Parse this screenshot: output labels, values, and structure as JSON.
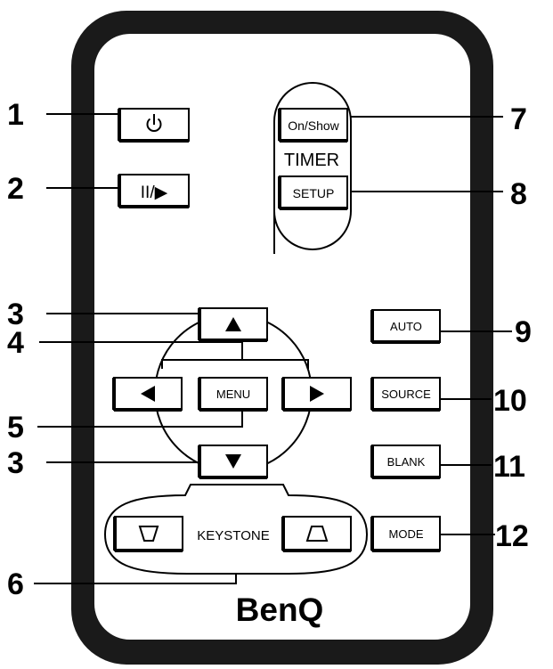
{
  "remote": {
    "brand": "BenQ",
    "timer_label": "TIMER",
    "keystone_label": "KEYSTONE",
    "buttons": {
      "pause_play": "II/▶",
      "on_show": "On/Show",
      "setup": "SETUP",
      "menu": "MENU",
      "auto": "AUTO",
      "source": "SOURCE",
      "blank": "BLANK",
      "mode": "MODE"
    }
  },
  "callouts": [
    "1",
    "2",
    "3",
    "4",
    "5",
    "3",
    "6",
    "7",
    "8",
    "9",
    "10",
    "11",
    "12"
  ],
  "colors": {
    "outline": "#000000",
    "face": "#ffffff",
    "body": "#1a1a1a"
  }
}
